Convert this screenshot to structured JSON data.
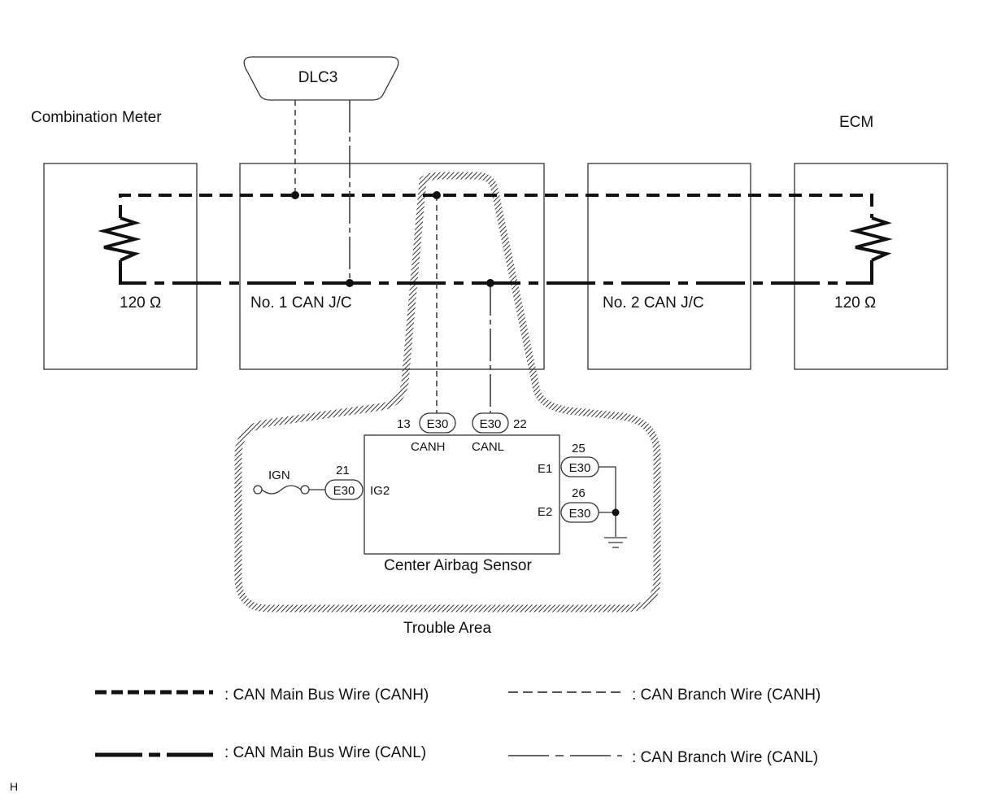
{
  "diagram": {
    "components": {
      "combination_meter": "Combination Meter",
      "ecm": "ECM",
      "dlc3": "DLC3",
      "jc1": "No. 1 CAN J/C",
      "jc2": "No. 2 CAN J/C",
      "resistor_left": "120 Ω",
      "resistor_right": "120 Ω",
      "airbag_sensor": "Center Airbag Sensor",
      "trouble_area": "Trouble Area"
    },
    "connectors": [
      {
        "id": "E30",
        "pin": "13",
        "terminal": "CANH"
      },
      {
        "id": "E30",
        "pin": "22",
        "terminal": "CANL"
      },
      {
        "id": "E30",
        "pin": "21",
        "terminal": "IG2"
      },
      {
        "id": "E30",
        "pin": "25",
        "terminal": "E1"
      },
      {
        "id": "E30",
        "pin": "26",
        "terminal": "E2"
      }
    ],
    "ign_label": "IGN",
    "legend": [
      {
        "label": ": CAN Main Bus Wire (CANH)"
      },
      {
        "label": ": CAN Branch Wire (CANH)"
      },
      {
        "label": ": CAN Main Bus Wire (CANL)"
      },
      {
        "label": ": CAN Branch Wire (CANL)"
      }
    ],
    "footer_mark": "H"
  }
}
